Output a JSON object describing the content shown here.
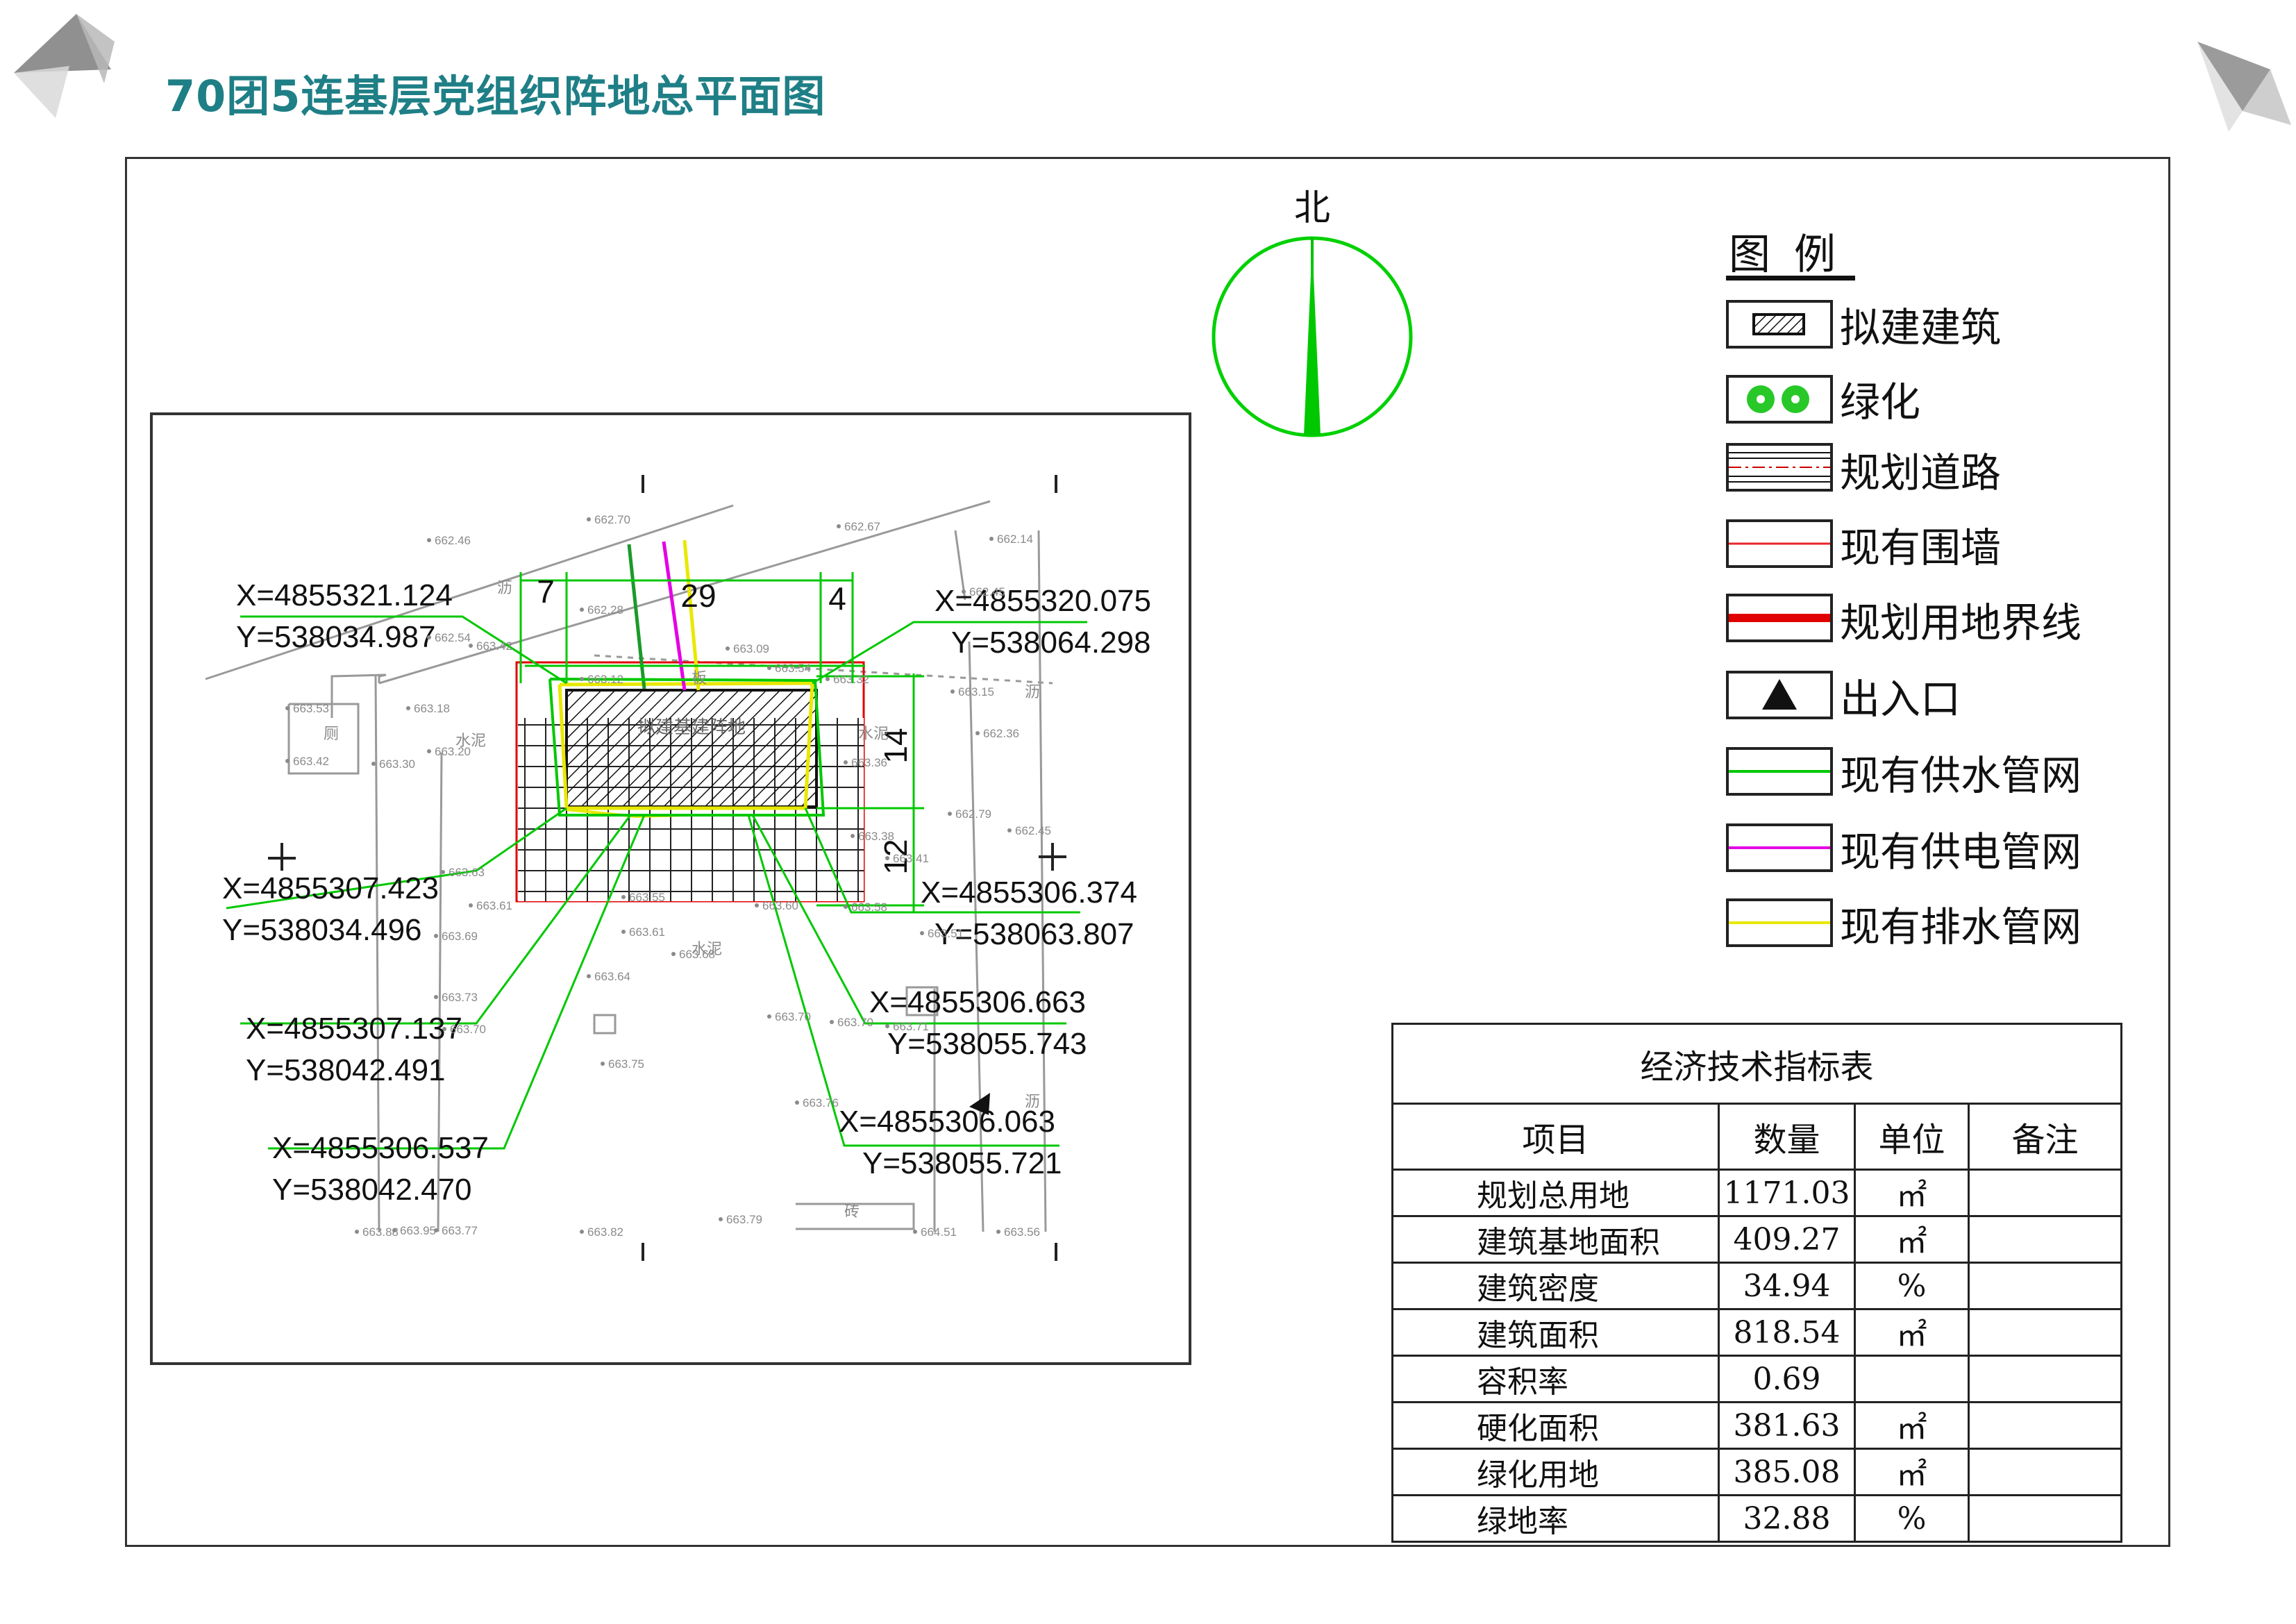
{
  "page": {
    "title": "70团5连基层党组织阵地总平面图"
  },
  "north": {
    "label": "北"
  },
  "legend": {
    "title": "图例",
    "items": [
      {
        "icon": "hatched-building-icon",
        "label": "拟建建筑"
      },
      {
        "icon": "green-tree-icon",
        "label": "绿化"
      },
      {
        "icon": "planned-road-icon",
        "label": "规划道路"
      },
      {
        "icon": "existing-wall-line-icon",
        "label": "现有围墙",
        "color": "#e8262a"
      },
      {
        "icon": "site-boundary-line-icon",
        "label": "规划用地界线",
        "color": "#e00000"
      },
      {
        "icon": "entrance-triangle-icon",
        "label": "出入口"
      },
      {
        "icon": "water-pipe-line-icon",
        "label": "现有供水管网",
        "color": "#00c800"
      },
      {
        "icon": "power-pipe-line-icon",
        "label": "现有供电管网",
        "color": "#e400e4"
      },
      {
        "icon": "drain-pipe-line-icon",
        "label": "现有排水管网",
        "color": "#e8e800"
      }
    ]
  },
  "site_plan": {
    "building_label": "拟建基建阵地",
    "dimensions": {
      "top_left": "7",
      "top_mid": "29",
      "top_right": "4",
      "right_upper": "14",
      "right_lower": "12"
    },
    "coordinates": [
      {
        "x": "X=4855321.124",
        "y": "Y=538034.987"
      },
      {
        "x": "X=4855320.075",
        "y": "Y=538064.298"
      },
      {
        "x": "X=4855307.423",
        "y": "Y=538034.496"
      },
      {
        "x": "X=4855306.374",
        "y": "Y=538063.807"
      },
      {
        "x": "X=4855307.137",
        "y": "Y=538042.491"
      },
      {
        "x": "X=4855306.663",
        "y": "Y=538055.743"
      },
      {
        "x": "X=4855306.537",
        "y": "Y=538042.470"
      },
      {
        "x": "X=4855306.063",
        "y": "Y=538055.721"
      }
    ],
    "survey_points": [
      "662.70",
      "662.67",
      "662.46",
      "662.14",
      "662.28",
      "662.45",
      "662.54",
      "663.42",
      "663.09",
      "663.54",
      "663.32",
      "663.15",
      "662.36",
      "663.53",
      "663.18",
      "663.42",
      "663.30",
      "663.20",
      "663.36",
      "662.79",
      "662.45",
      "663.63",
      "663.55",
      "663.60",
      "663.58",
      "663.61",
      "663.69",
      "663.61",
      "663.51",
      "663.68",
      "663.64",
      "663.73",
      "663.70",
      "663.70",
      "663.70",
      "663.71",
      "663.75",
      "663.76",
      "663.88",
      "663.95",
      "663.77",
      "663.82",
      "663.79",
      "664.51",
      "663.56",
      "663.41",
      "663.38",
      "663.12"
    ],
    "terrain_labels": [
      "沥",
      "水泥",
      "水泥",
      "水泥",
      "沥",
      "沥",
      "厕",
      "砖",
      "板"
    ]
  },
  "econ_table": {
    "title": "经济技术指标表",
    "headers": [
      "项目",
      "数量",
      "单位",
      "备注"
    ],
    "rows": [
      {
        "item": "规划总用地",
        "value": "1171.03",
        "unit": "㎡",
        "note": ""
      },
      {
        "item": "建筑基地面积",
        "value": "409.27",
        "unit": "㎡",
        "note": ""
      },
      {
        "item": "建筑密度",
        "value": "34.94",
        "unit": "%",
        "note": ""
      },
      {
        "item": "建筑面积",
        "value": "818.54",
        "unit": "㎡",
        "note": ""
      },
      {
        "item": "容积率",
        "value": "0.69",
        "unit": "",
        "note": ""
      },
      {
        "item": "硬化面积",
        "value": "381.63",
        "unit": "㎡",
        "note": ""
      },
      {
        "item": "绿化用地",
        "value": "385.08",
        "unit": "㎡",
        "note": ""
      },
      {
        "item": "绿地率",
        "value": "32.88",
        "unit": "%",
        "note": ""
      }
    ]
  },
  "colors": {
    "title": "#1f7f86",
    "water": "#00c800",
    "power": "#e400e4",
    "drain": "#e8e800",
    "boundary": "#e00000",
    "survey": "#8a8a8a"
  }
}
